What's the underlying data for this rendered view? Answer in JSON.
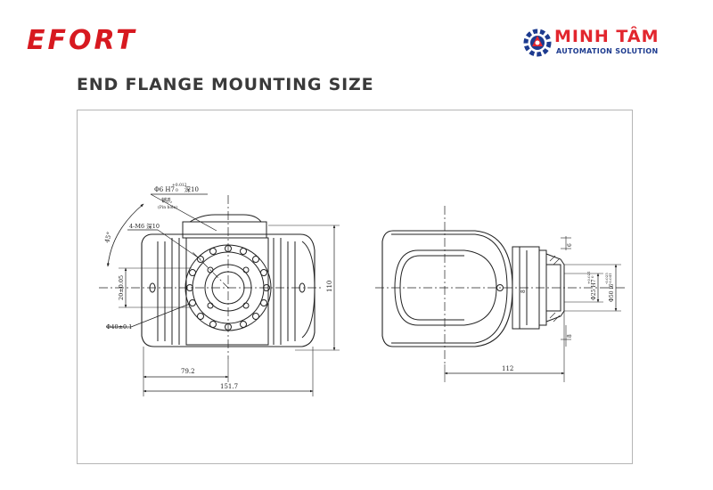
{
  "header": {
    "brand_left": "EFORT",
    "brand_right_name": "MINH TÂM",
    "brand_right_tagline": "AUTOMATION SOLUTION",
    "title": "END FLANGE MOUNTING SIZE"
  },
  "drawing": {
    "left_view": {
      "label_pin_hole": "Φ6 H7",
      "label_pin_hole_tol_top": "+0.012",
      "label_pin_hole_tol_bot": "0",
      "label_pin_hole_depth": "深10",
      "label_pin_hole_cn": "销孔",
      "label_pin_hole_en": "(Pin hole)",
      "label_thread": "4-M6 深10",
      "label_angle": "45°",
      "label_pcd_offset": "20±0.05",
      "label_pcd_dia": "Φ40±0.1",
      "label_height": "110",
      "label_offset": "79.2",
      "label_width": "151.7"
    },
    "right_view": {
      "label_bore": "Φ25 H7",
      "label_bore_tol_top": "+0.021",
      "label_bore_tol_bot": "0",
      "label_flange_dia": "Φ50 f6",
      "label_flange_tol_top": "-0.025",
      "label_flange_tol_bot": "-0.041",
      "label_depth": "8",
      "label_length": "112",
      "label_small_a": "6",
      "label_small_b": "8"
    }
  },
  "colors": {
    "brand_red": "#d71920",
    "brand_blue": "#1d3b8f",
    "title_gray": "#3a3a3a"
  }
}
